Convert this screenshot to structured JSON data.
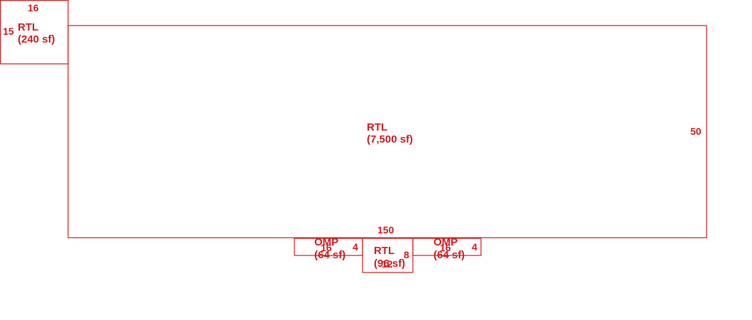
{
  "areas": {
    "main": {
      "code": "RTL",
      "area": "(7,500 sf)",
      "dim_width": "150",
      "dim_height": "50"
    },
    "corner": {
      "code": "RTL",
      "area": "(240 sf)",
      "dim_width": "16",
      "dim_height": "15"
    },
    "bottom_center": {
      "code": "RTL",
      "area": "(96 sf)",
      "dim_width": "12",
      "dim_height": "8"
    },
    "porch_left": {
      "code": "OMP",
      "area": "(64 sf)",
      "dim_width": "16",
      "dim_height": "4"
    },
    "porch_right": {
      "code": "OMP",
      "area": "(64 sf)",
      "dim_width": "16",
      "dim_height": "4"
    }
  },
  "colors": {
    "line": "#d81c1c",
    "background": "#ffffff"
  }
}
